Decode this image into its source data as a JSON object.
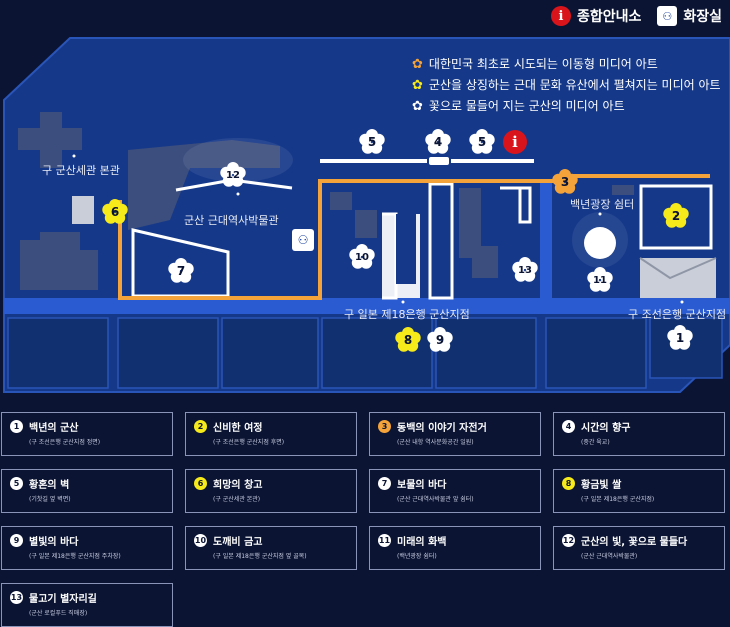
{
  "top_legend": {
    "info_label": "종합안내소",
    "toilet_label": "화장실",
    "info_icon": "info-icon",
    "toilet_icon": "restroom-icon"
  },
  "colors": {
    "orange": "#f4a33a",
    "yellow": "#f7ea1b",
    "white": "#ffffff",
    "info_red": "#d9151b",
    "route": "#f4a33a",
    "ground": "#163a8a"
  },
  "map_legend": [
    {
      "color": "orange",
      "text": "대한민국 최초로 시도되는 이동형 미디어 아트"
    },
    {
      "color": "yellow",
      "text": "군산을 상징하는 근대 문화 유산에서 펼쳐지는 미디어 아트"
    },
    {
      "color": "white",
      "text": "꽃으로 물들어 지는 군산의 미디어 아트"
    }
  ],
  "map_labels": {
    "customs": "구 군산세관 본관",
    "museum": "군산 근대역사박물관",
    "bank18": "구 일본 제18은행 군산지점",
    "joseon_bank": "구 조선은행 군산지점",
    "plaza": "백년광장 쉼터"
  },
  "markers": [
    "1",
    "2",
    "3",
    "4",
    "5",
    "5",
    "6",
    "7",
    "8",
    "9",
    "10",
    "11",
    "12",
    "13"
  ],
  "cards": [
    {
      "num": "1",
      "color": "white",
      "title": "백년의 군산",
      "sub": "(구 조선은행 군산지점 정면)"
    },
    {
      "num": "2",
      "color": "yellow",
      "title": "신비한 여정",
      "sub": "(구 조선은행 군산지점 후면)"
    },
    {
      "num": "3",
      "color": "orange",
      "title": "동백의 이야기 자전거",
      "sub": "(군산 내항 역사문화공간 일원)"
    },
    {
      "num": "4",
      "color": "white",
      "title": "시간의 향구",
      "sub": "(중간 육교)"
    },
    {
      "num": "5",
      "color": "white",
      "title": "황혼의 벽",
      "sub": "(기찻길 옆 벽면)"
    },
    {
      "num": "6",
      "color": "yellow",
      "title": "희망의 창고",
      "sub": "(구 군산세관 본관)"
    },
    {
      "num": "7",
      "color": "white",
      "title": "보물의 바다",
      "sub": "(군산 근대역사박물관 앞 쉼터)"
    },
    {
      "num": "8",
      "color": "yellow",
      "title": "황금빛 쌀",
      "sub": "(구 일본 제18은행 군산지점)"
    },
    {
      "num": "9",
      "color": "white",
      "title": "별빛의 바다",
      "sub": "(구 일본 제18은행 군산지점 주차장)"
    },
    {
      "num": "10",
      "color": "white",
      "title": "도깨비 금고",
      "sub": "(구 일본 제18은행 군산지점 옆 골목)"
    },
    {
      "num": "11",
      "color": "white",
      "title": "미래의 화백",
      "sub": "(백년광장 쉼터)"
    },
    {
      "num": "12",
      "color": "white",
      "title": "군산의 빛, 꽃으로 물들다",
      "sub": "(군산 근대역사박물관)"
    },
    {
      "num": "13",
      "color": "white",
      "title": "물고기 별자리길",
      "sub": "(군산 로컬푸드 직매장)"
    }
  ]
}
